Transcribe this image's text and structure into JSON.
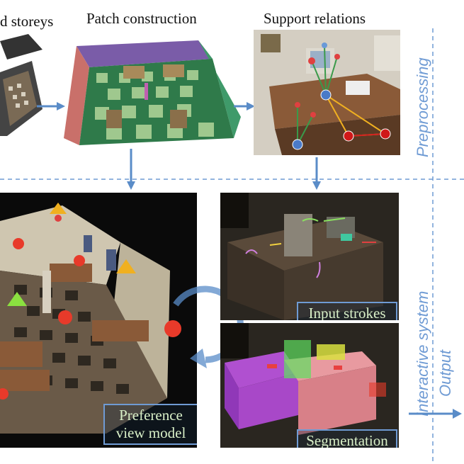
{
  "titles": {
    "storeys": "d storeys",
    "patch": "Patch construction",
    "support": "Support relations"
  },
  "side_labels": {
    "preprocessing": "Preprocessing",
    "interactive": "Interactive system",
    "output": "Output"
  },
  "captions": {
    "preference": [
      "Preference",
      "view model"
    ],
    "input_strokes": "Input strokes",
    "segmentation": "Segmentation"
  },
  "colors": {
    "accent": "#6f9bd4",
    "arrow": "#5a8cc8",
    "caption_text": "#d9f0c8"
  }
}
